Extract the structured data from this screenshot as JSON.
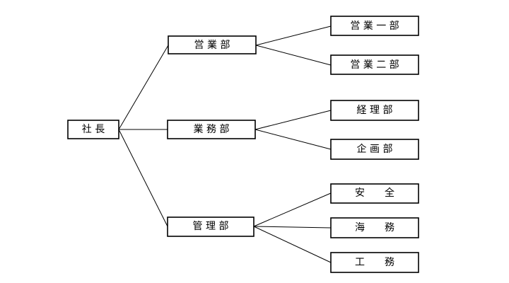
{
  "org": {
    "president": {
      "label": "社 長"
    },
    "divisions": [
      {
        "label": "営 業 部",
        "departments": [
          {
            "label": "営 業 一 部"
          },
          {
            "label": "営 業 二 部"
          }
        ]
      },
      {
        "label": "業 務 部",
        "departments": [
          {
            "label": "経 理 部"
          },
          {
            "label": "企 画 部"
          }
        ]
      },
      {
        "label": "管 理 部",
        "departments": [
          {
            "label": "安　　全"
          },
          {
            "label": "海　　務"
          },
          {
            "label": "工　　務"
          }
        ]
      }
    ]
  },
  "colors": {
    "box_border": "#000000",
    "box_fill": "#ffffff",
    "line": "#000000",
    "background": "#ffffff"
  }
}
